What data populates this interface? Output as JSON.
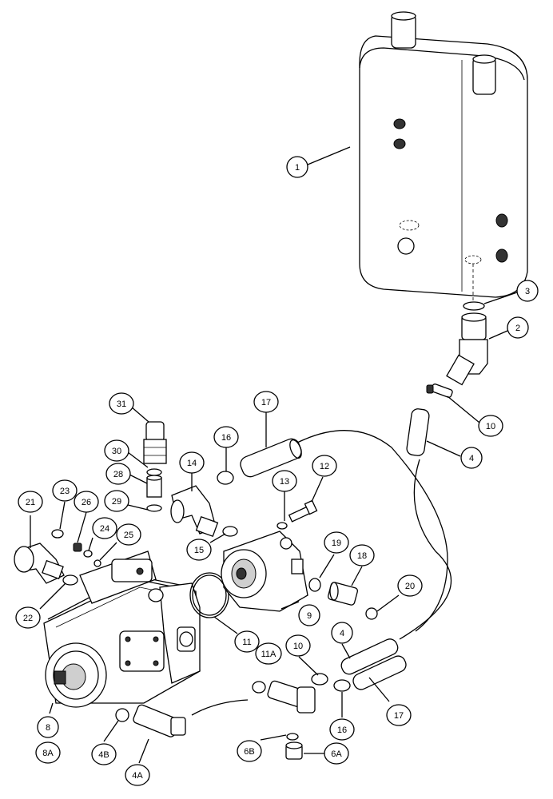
{
  "callouts": [
    {
      "id": "c1",
      "label": "1"
    },
    {
      "id": "c2",
      "label": "2"
    },
    {
      "id": "c3",
      "label": "3"
    },
    {
      "id": "c10a",
      "label": "10"
    },
    {
      "id": "c4a",
      "label": "4"
    },
    {
      "id": "c31",
      "label": "31"
    },
    {
      "id": "c17a",
      "label": "17"
    },
    {
      "id": "c16a",
      "label": "16"
    },
    {
      "id": "c30",
      "label": "30"
    },
    {
      "id": "c14",
      "label": "14"
    },
    {
      "id": "c12",
      "label": "12"
    },
    {
      "id": "c28",
      "label": "28"
    },
    {
      "id": "c13",
      "label": "13"
    },
    {
      "id": "c29",
      "label": "29"
    },
    {
      "id": "c21",
      "label": "21"
    },
    {
      "id": "c23",
      "label": "23"
    },
    {
      "id": "c26",
      "label": "26"
    },
    {
      "id": "c24",
      "label": "24"
    },
    {
      "id": "c25",
      "label": "25"
    },
    {
      "id": "c15",
      "label": "15"
    },
    {
      "id": "c19",
      "label": "19"
    },
    {
      "id": "c18",
      "label": "18"
    },
    {
      "id": "c22",
      "label": "22"
    },
    {
      "id": "c20",
      "label": "20"
    },
    {
      "id": "c9",
      "label": "9"
    },
    {
      "id": "c11",
      "label": "11"
    },
    {
      "id": "c4b",
      "label": "4"
    },
    {
      "id": "c10b",
      "label": "10"
    },
    {
      "id": "c17b",
      "label": "17"
    },
    {
      "id": "c16b",
      "label": "16"
    },
    {
      "id": "c8",
      "label": "8"
    },
    {
      "id": "c4B",
      "label": "4B"
    },
    {
      "id": "c6B",
      "label": "6B"
    },
    {
      "id": "c6A",
      "label": "6A"
    },
    {
      "id": "c4A",
      "label": "4A"
    }
  ],
  "sublabels": [
    {
      "id": "s11A",
      "label": "11A"
    },
    {
      "id": "s8A",
      "label": "8A"
    }
  ]
}
